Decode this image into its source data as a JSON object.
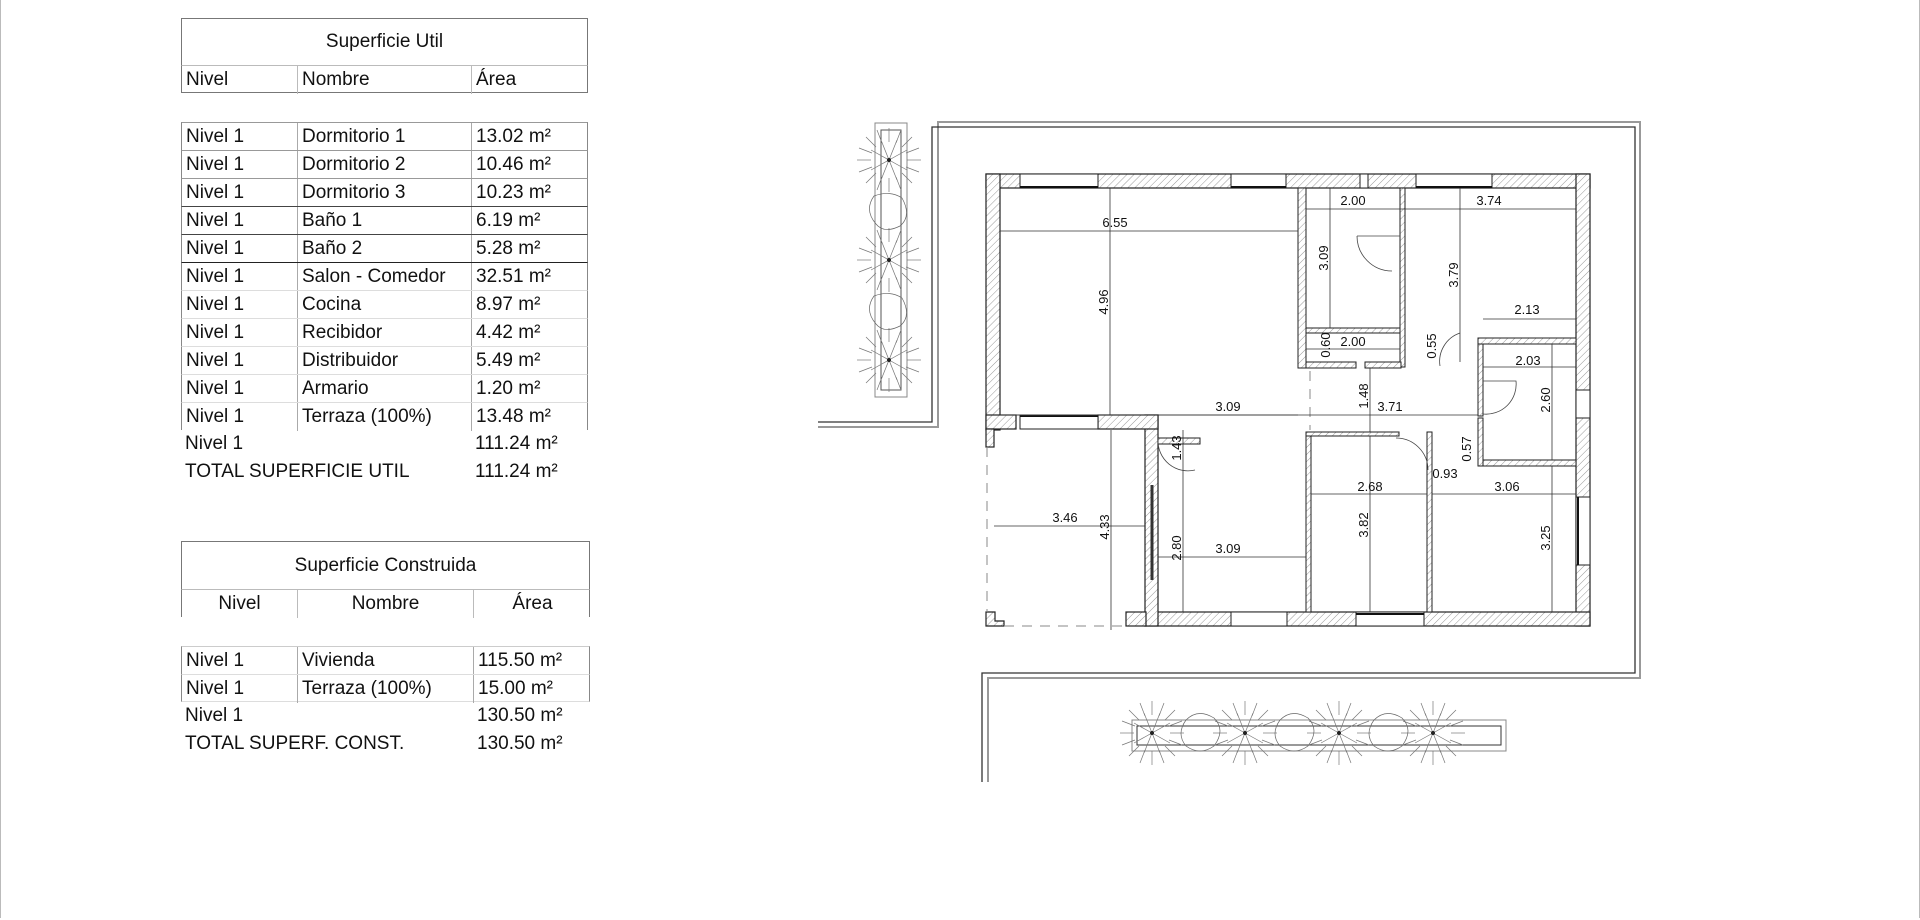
{
  "superficie_util": {
    "title": "Superficie Util",
    "headers": [
      "Nivel",
      "Nombre",
      "Área"
    ],
    "rows": [
      {
        "nivel": "Nivel 1",
        "nombre": "Dormitorio 1",
        "area": "13.02 m²"
      },
      {
        "nivel": "Nivel 1",
        "nombre": "Dormitorio 2",
        "area": "10.46 m²"
      },
      {
        "nivel": "Nivel 1",
        "nombre": "Dormitorio 3",
        "area": "10.23 m²"
      },
      {
        "nivel": "Nivel 1",
        "nombre": "Baño 1",
        "area": "6.19 m²"
      },
      {
        "nivel": "Nivel 1",
        "nombre": "Baño 2",
        "area": "5.28 m²"
      },
      {
        "nivel": "Nivel 1",
        "nombre": "Salon - Comedor",
        "area": "32.51 m²"
      },
      {
        "nivel": "Nivel 1",
        "nombre": "Cocina",
        "area": "8.97 m²"
      },
      {
        "nivel": "Nivel 1",
        "nombre": "Recibidor",
        "area": "4.42 m²"
      },
      {
        "nivel": "Nivel 1",
        "nombre": "Distribuidor",
        "area": "5.49 m²"
      },
      {
        "nivel": "Nivel 1",
        "nombre": "Armario",
        "area": "1.20 m²"
      },
      {
        "nivel": "Nivel 1",
        "nombre": "Terraza (100%)",
        "area": "13.48 m²"
      }
    ],
    "subtotal": {
      "label": "Nivel 1",
      "area": "111.24 m²"
    },
    "total": {
      "label": "TOTAL SUPERFICIE UTIL",
      "area": "111.24 m²"
    }
  },
  "superficie_construida": {
    "title": "Superficie Construida",
    "headers": [
      "Nivel",
      "Nombre",
      "Área"
    ],
    "rows": [
      {
        "nivel": "Nivel 1",
        "nombre": "Vivienda",
        "area": "115.50 m²"
      },
      {
        "nivel": "Nivel 1",
        "nombre": "Terraza (100%)",
        "area": "15.00 m²"
      }
    ],
    "subtotal": {
      "label": "Nivel 1",
      "area": "130.50 m²"
    },
    "total": {
      "label": "TOTAL SUPERF. CONST.",
      "area": "130.50 m²"
    }
  },
  "floor_plan": {
    "dimensions": {
      "salon_width": "6.55",
      "salon_depth": "4.96",
      "bath1_width": "2.00",
      "bath1_depth": "3.09",
      "dorm1_width": "3.74",
      "dorm1_depth": "3.79",
      "armario_width": "2.00",
      "armario_depth": "0.60",
      "dorm_door_gap": "0.55",
      "bath2_upper_width": "2.13",
      "bath2_width": "2.03",
      "bath2_depth": "2.60",
      "distribuidor_depth": "1.48",
      "distribuidor_width": "3.71",
      "recibidor_width": "3.09",
      "recibidor_depth": "1.43",
      "terraza_width": "3.46",
      "terraza_depth": "4.33",
      "cocina_depth": "2.80",
      "cocina_width": "3.09",
      "dorm2_width": "2.68",
      "dorm2_depth": "3.82",
      "hall_gap_width": "0.93",
      "hall_gap_depth": "0.57",
      "dorm3_width": "3.06",
      "dorm3_depth": "3.25"
    }
  }
}
